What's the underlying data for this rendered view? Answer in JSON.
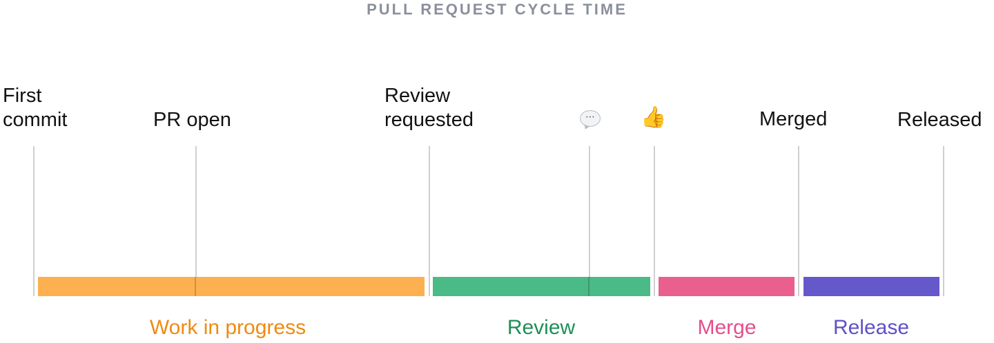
{
  "title": "PULL REQUEST CYCLE TIME",
  "events": {
    "first_commit_line1": "First",
    "first_commit_line2": "commit",
    "pr_open": "PR open",
    "review_requested_line1": "Review",
    "review_requested_line2": "requested",
    "comment_icon": "speech-bubble-icon",
    "approve_icon": "thumbs-up-icon",
    "merged": "Merged",
    "released": "Released"
  },
  "phases": {
    "work_in_progress": {
      "label": "Work in progress",
      "color": "#fdb04f",
      "text_color": "#f08a11"
    },
    "review": {
      "label": "Review",
      "color": "#4aba86",
      "text_color": "#1e8f55"
    },
    "merge": {
      "label": "Merge",
      "color": "#e9608f",
      "text_color": "#e34f8a"
    },
    "release": {
      "label": "Release",
      "color": "#6558cb",
      "text_color": "#5f50c8"
    }
  }
}
